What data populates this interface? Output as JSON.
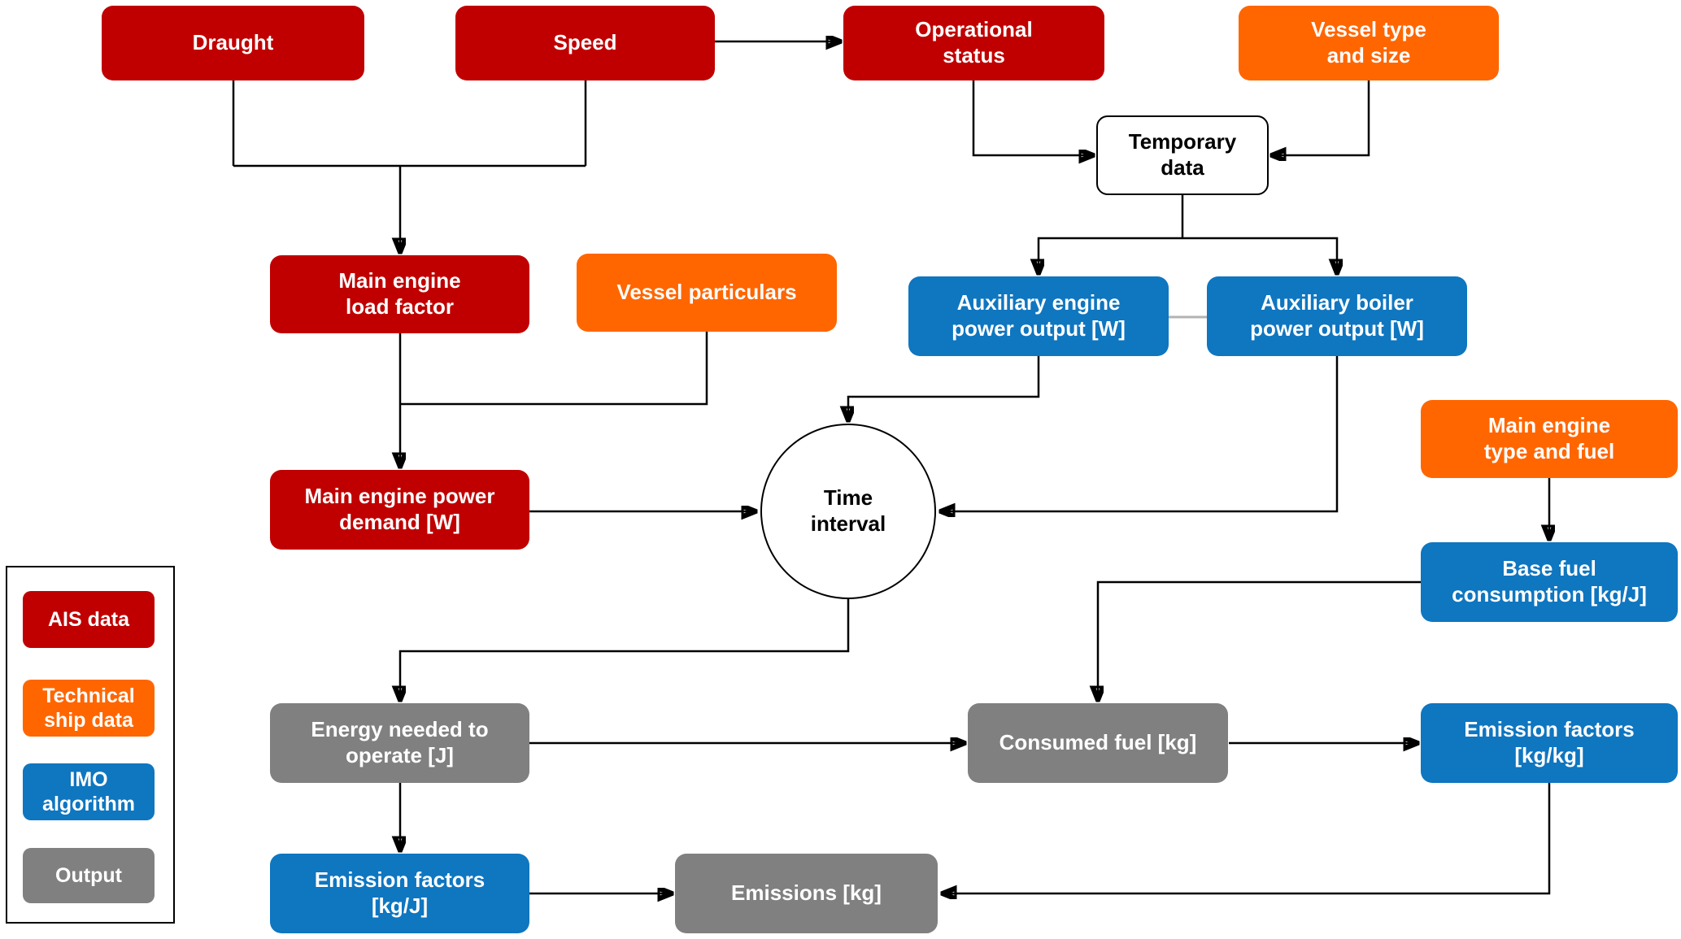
{
  "colors": {
    "ais": "#c00000",
    "technical": "#ff6600",
    "imo": "#0f76c0",
    "output": "#808080"
  },
  "nodes": {
    "draught": {
      "label": "Draught",
      "type": "ais"
    },
    "speed": {
      "label": "Speed",
      "type": "ais"
    },
    "operational_status": {
      "label": "Operational\nstatus",
      "type": "ais"
    },
    "vessel_type_and_size": {
      "label": "Vessel type\nand size",
      "type": "technical"
    },
    "temporary_data": {
      "label": "Temporary\ndata",
      "type": "plain"
    },
    "main_engine_load_factor": {
      "label": "Main engine\nload factor",
      "type": "ais"
    },
    "vessel_particulars": {
      "label": "Vessel particulars",
      "type": "technical"
    },
    "auxiliary_engine_power_output": {
      "label": "Auxiliary engine\npower output [W]",
      "type": "imo"
    },
    "auxiliary_boiler_power_output": {
      "label": "Auxiliary boiler\npower output [W]",
      "type": "imo"
    },
    "main_engine_type_and_fuel": {
      "label": "Main engine\ntype and fuel",
      "type": "technical"
    },
    "main_engine_power_demand": {
      "label": "Main engine power\ndemand [W]",
      "type": "ais"
    },
    "time_interval": {
      "label": "Time\ninterval",
      "type": "plain"
    },
    "base_fuel_consumption": {
      "label": "Base fuel\nconsumption [kg/J]",
      "type": "imo"
    },
    "energy_needed_to_operate": {
      "label": "Energy needed to\noperate [J]",
      "type": "output"
    },
    "consumed_fuel": {
      "label": "Consumed fuel [kg]",
      "type": "output"
    },
    "emission_factors_kg_kg": {
      "label": "Emission factors\n[kg/kg]",
      "type": "imo"
    },
    "emission_factors_kg_j": {
      "label": "Emission factors\n[kg/J]",
      "type": "imo"
    },
    "emissions": {
      "label": "Emissions [kg]",
      "type": "output"
    }
  },
  "edges": [
    {
      "from": "draught",
      "to": "main_engine_load_factor"
    },
    {
      "from": "speed",
      "to": "main_engine_load_factor"
    },
    {
      "from": "speed",
      "to": "operational_status"
    },
    {
      "from": "operational_status",
      "to": "temporary_data"
    },
    {
      "from": "vessel_type_and_size",
      "to": "temporary_data"
    },
    {
      "from": "temporary_data",
      "to": "auxiliary_engine_power_output"
    },
    {
      "from": "temporary_data",
      "to": "auxiliary_boiler_power_output"
    },
    {
      "from": "main_engine_load_factor",
      "to": "main_engine_power_demand"
    },
    {
      "from": "vessel_particulars",
      "to": "main_engine_power_demand"
    },
    {
      "from": "auxiliary_engine_power_output",
      "to": "time_interval"
    },
    {
      "from": "auxiliary_boiler_power_output",
      "to": "time_interval"
    },
    {
      "from": "main_engine_power_demand",
      "to": "time_interval"
    },
    {
      "from": "main_engine_type_and_fuel",
      "to": "base_fuel_consumption"
    },
    {
      "from": "time_interval",
      "to": "energy_needed_to_operate"
    },
    {
      "from": "base_fuel_consumption",
      "to": "consumed_fuel"
    },
    {
      "from": "energy_needed_to_operate",
      "to": "consumed_fuel"
    },
    {
      "from": "consumed_fuel",
      "to": "emission_factors_kg_kg"
    },
    {
      "from": "energy_needed_to_operate",
      "to": "emission_factors_kg_j"
    },
    {
      "from": "emission_factors_kg_j",
      "to": "emissions"
    },
    {
      "from": "emission_factors_kg_kg",
      "to": "emissions"
    }
  ],
  "legend": {
    "items": [
      {
        "label": "AIS data",
        "type": "ais"
      },
      {
        "label": "Technical\nship data",
        "type": "technical"
      },
      {
        "label": "IMO\nalgorithm",
        "type": "imo"
      },
      {
        "label": "Output",
        "type": "output"
      }
    ]
  }
}
